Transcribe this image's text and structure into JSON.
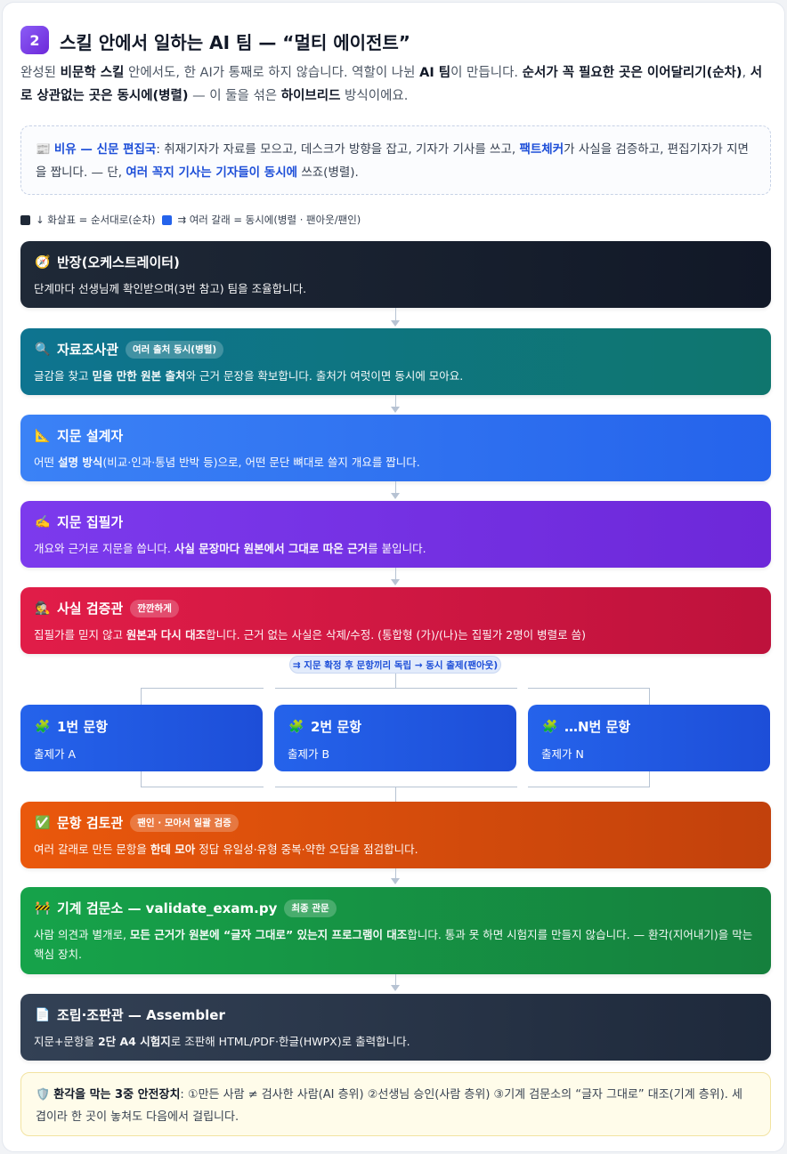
{
  "step": "2",
  "heading": "스킬 안에서 일하는 AI 팀 — “멀티 에이전트”",
  "intro": {
    "p1": "완성된 ",
    "b1": "비문학 스킬",
    "p2": " 안에서도, 한 AI가 통째로 하지 않습니다. 역할이 나뉜 ",
    "b2": "AI 팀",
    "p3": "이 만듭니다. ",
    "b3": "순서가 꼭 필요한 곳은 이어달리기(순차)",
    "p4": ", ",
    "b4": "서로 상관없는 곳은 동시에(병렬)",
    "p5": " — 이 둘을 섞은 ",
    "b5": "하이브리드",
    "p6": " 방식이에요."
  },
  "callout": {
    "icon": "newspaper-icon",
    "b1": "비유 — 신문 편집국",
    "p1": ": 취재기자가 자료를 모으고, 데스크가 방향을 잡고, 기자가 기사를 쓰고, ",
    "b2": "팩트체커",
    "p2": "가 사실을 검증하고, 편집기자가 지면을 짭니다. — 단, ",
    "b3": "여러 꼭지 기사는 기자들이 동시에",
    "p3": " 쓰죠(병렬)."
  },
  "legend": {
    "sequential": "↓ 화살표 = 순서대로(순차)",
    "parallel": "⇉ 여러 갈래 = 동시에(병렬 · 팬아웃/팬인)",
    "sequential_color": "#1f2937",
    "parallel_color": "#2563eb"
  },
  "boxes": {
    "orchestrator": {
      "icon": "compass-icon",
      "title": "반장(오케스트레이터)",
      "desc": "단계마다 선생님께 확인받으며(3번 참고) 팀을 조율합니다."
    },
    "researcher": {
      "icon": "magnifier-icon",
      "title": "자료조사관",
      "pill": "여러 출처 동시(병렬)",
      "d1": "글감을 찾고 ",
      "db1": "믿을 만한 원본 출처",
      "d2": "와 근거 문장을 확보합니다. 출처가 여럿이면 동시에 모아요."
    },
    "designer": {
      "icon": "ruler-icon",
      "title": "지문 설계자",
      "d1": "어떤 ",
      "db1": "설명 방식",
      "d2": "(비교·인과·통념 반박 등)으로, 어떤 문단 뼈대로 쓸지 개요를 짭니다."
    },
    "writer": {
      "icon": "writing-hand-icon",
      "title": "지문 집필가",
      "d1": "개요와 근거로 지문을 씁니다. ",
      "db1": "사실 문장마다 원본에서 그대로 따온 근거",
      "d2": "를 붙입니다."
    },
    "checker": {
      "icon": "detective-icon",
      "title": "사실 검증관",
      "pill": "깐깐하게",
      "d1": "집필가를 믿지 않고 ",
      "db1": "원본과 다시 대조",
      "d2": "합니다. 근거 없는 사실은 삭제/수정. (통합형 (가)/(나)는 집필가 2명이 병렬로 씀)"
    },
    "reviewer": {
      "icon": "check-mark-icon",
      "title": "문항 검토관",
      "pill": "팬인 · 모아서 일괄 검증",
      "d1": "여러 갈래로 만든 문항을 ",
      "db1": "한데 모아",
      "d2": " 정답 유일성·유형 중복·약한 오답을 점검합니다."
    },
    "validator": {
      "icon": "barrier-icon",
      "title": "기계 검문소 — validate_exam.py",
      "pill": "최종 관문",
      "d1": "사람 의견과 별개로, ",
      "db1": "모든 근거가 원본에 “글자 그대로” 있는지 프로그램이 대조",
      "d2": "합니다. 통과 못 하면 시험지를 만들지 않습니다. — 환각(지어내기)을 막는 핵심 장치."
    },
    "assembler": {
      "icon": "document-icon",
      "title": "조립·조판관 — Assembler",
      "d1": "지문+문항을 ",
      "db1": "2단 A4 시험지",
      "d2": "로 조판해 HTML/PDF·한글(HWPX)로 출력합니다."
    }
  },
  "fanout_label": "⇉ 지문 확정 후 문항끼리 독립 → 동시 출제(팬아웃)",
  "parallel_items": [
    {
      "icon": "puzzle-icon",
      "title": "1번 문항",
      "desc": "출제가 A"
    },
    {
      "icon": "puzzle-icon",
      "title": "2번 문항",
      "desc": "출제가 B"
    },
    {
      "icon": "puzzle-icon",
      "title": "…N번 문항",
      "desc": "출제가 N"
    }
  ],
  "safety": {
    "icon": "shield-icon",
    "b1": "환각을 막는 3중 안전장치",
    "p1": ": ①만든 사람 ≠ 검사한 사람(AI 층위) ②선생님 승인(사람 층위) ③기계 검문소의 “글자 그대로” 대조(기계 층위). 세 겹이라 한 곳이 놓쳐도 다음에서 걸립니다."
  }
}
